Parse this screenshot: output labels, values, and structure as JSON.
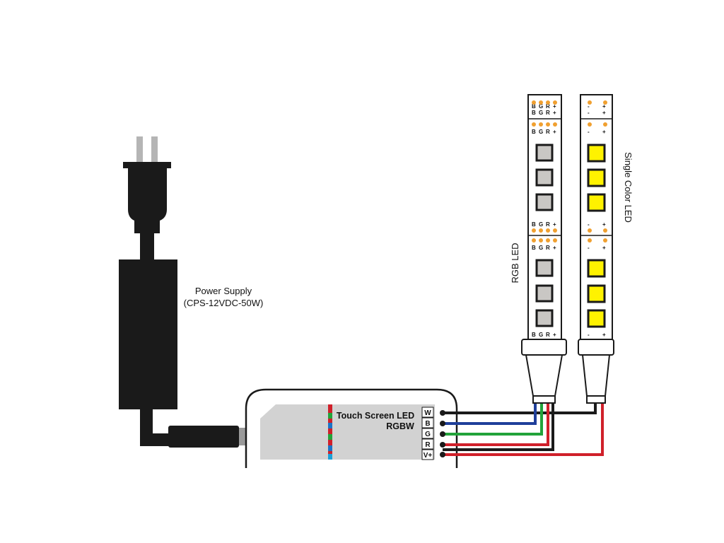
{
  "power_supply": {
    "label_line1": "Power Supply",
    "label_line2": "(CPS-12VDC-50W)"
  },
  "controller": {
    "title_line1": "Touch Screen LED",
    "title_line2": "RGBW",
    "terminals": [
      "W",
      "B",
      "G",
      "R",
      "V+"
    ]
  },
  "rgb_strip": {
    "label": "RGB LED",
    "pads": [
      "B",
      "G",
      "R",
      "+"
    ]
  },
  "single_strip": {
    "label": "Single Color LED",
    "pads": [
      "-",
      "+"
    ]
  },
  "colors": {
    "wire_black": "#1a1a1a",
    "wire_blue": "#1f3f9a",
    "wire_green": "#22a33a",
    "wire_red": "#d0202a",
    "pad_orange": "#f0a030",
    "led_yellow": "#fff200",
    "led_gray": "#c9c7c4",
    "controller_panel": "#d2d2d2"
  },
  "icons": [
    "plug-icon"
  ]
}
